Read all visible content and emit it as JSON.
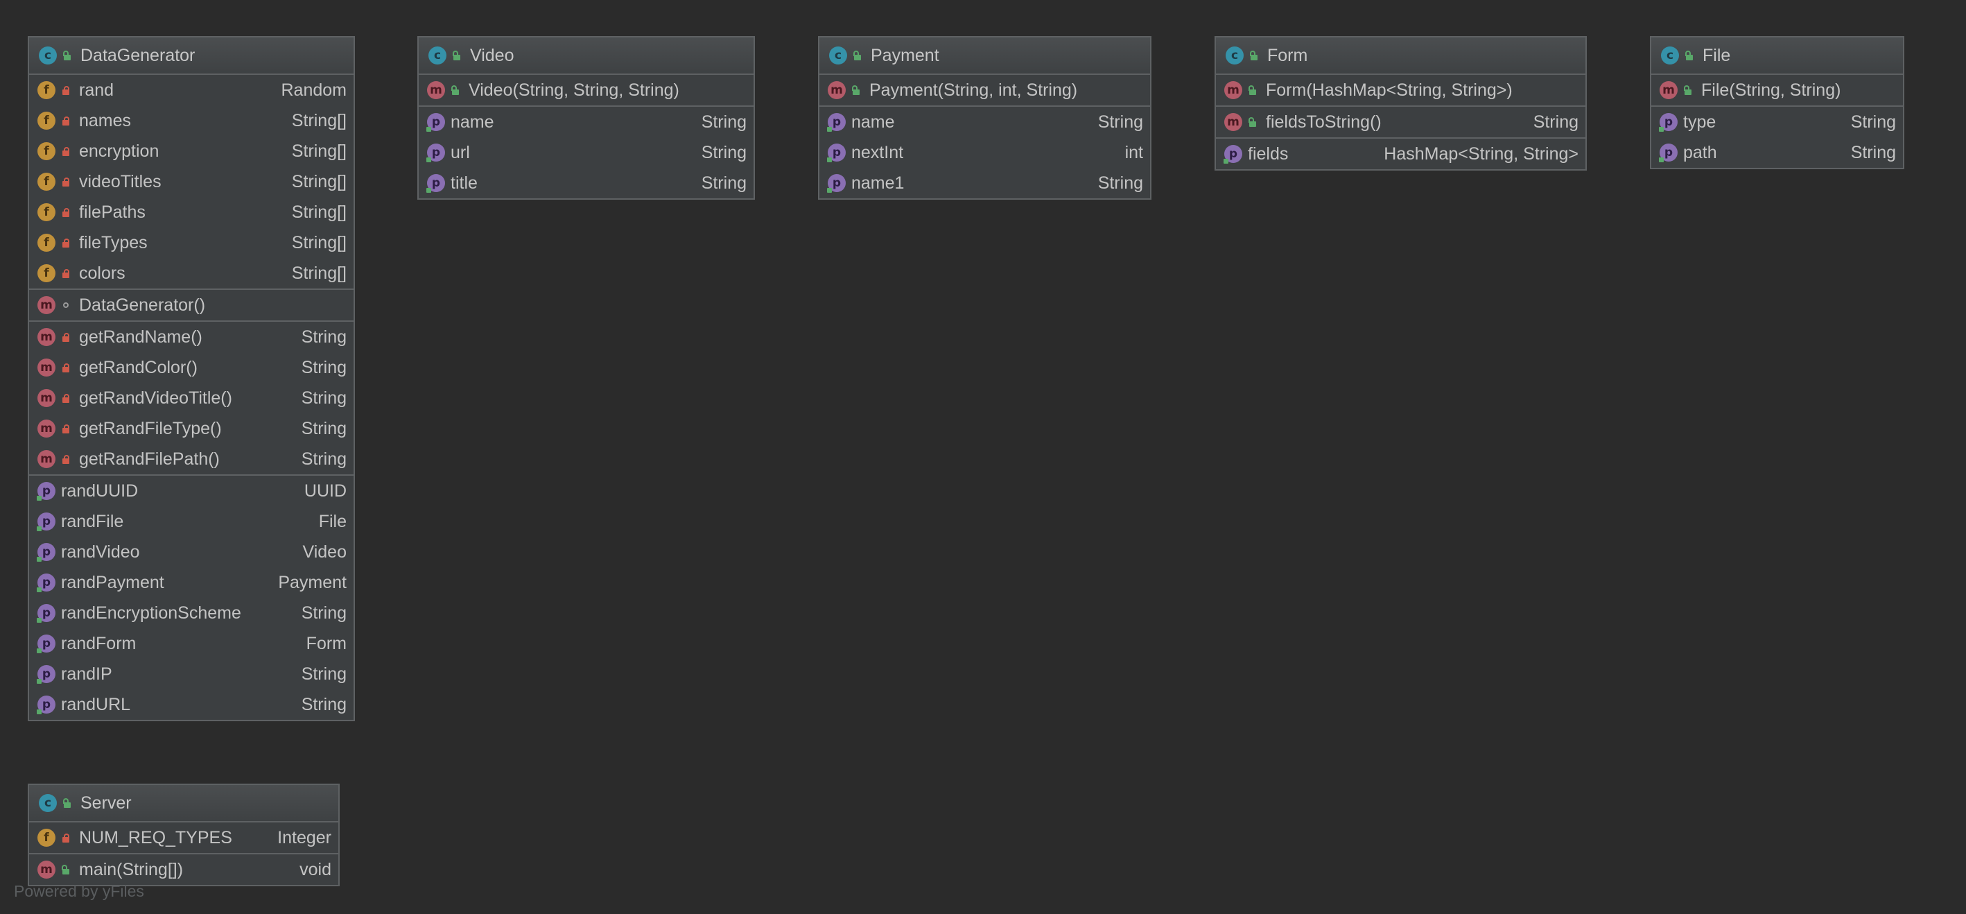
{
  "classes": {
    "datagenerator": {
      "name": "DataGenerator",
      "fields": [
        {
          "name": "rand",
          "type": "Random"
        },
        {
          "name": "names",
          "type": "String[]"
        },
        {
          "name": "encryption",
          "type": "String[]"
        },
        {
          "name": "videoTitles",
          "type": "String[]"
        },
        {
          "name": "filePaths",
          "type": "String[]"
        },
        {
          "name": "fileTypes",
          "type": "String[]"
        },
        {
          "name": "colors",
          "type": "String[]"
        }
      ],
      "constructor": {
        "name": "DataGenerator()",
        "type": ""
      },
      "methods": [
        {
          "name": "getRandName()",
          "type": "String"
        },
        {
          "name": "getRandColor()",
          "type": "String"
        },
        {
          "name": "getRandVideoTitle()",
          "type": "String"
        },
        {
          "name": "getRandFileType()",
          "type": "String"
        },
        {
          "name": "getRandFilePath()",
          "type": "String"
        }
      ],
      "properties": [
        {
          "name": "randUUID",
          "type": "UUID"
        },
        {
          "name": "randFile",
          "type": "File"
        },
        {
          "name": "randVideo",
          "type": "Video"
        },
        {
          "name": "randPayment",
          "type": "Payment"
        },
        {
          "name": "randEncryptionScheme",
          "type": "String"
        },
        {
          "name": "randForm",
          "type": "Form"
        },
        {
          "name": "randIP",
          "type": "String"
        },
        {
          "name": "randURL",
          "type": "String"
        }
      ]
    },
    "video": {
      "name": "Video",
      "constructor": {
        "name": "Video(String, String, String)"
      },
      "properties": [
        {
          "name": "name",
          "type": "String"
        },
        {
          "name": "url",
          "type": "String"
        },
        {
          "name": "title",
          "type": "String"
        }
      ]
    },
    "payment": {
      "name": "Payment",
      "constructor": {
        "name": "Payment(String, int, String)"
      },
      "properties": [
        {
          "name": "name",
          "type": "String"
        },
        {
          "name": "nextInt",
          "type": "int"
        },
        {
          "name": "name1",
          "type": "String"
        }
      ]
    },
    "form": {
      "name": "Form",
      "constructor": {
        "name": "Form(HashMap<String, String>)"
      },
      "methods": [
        {
          "name": "fieldsToString()",
          "type": "String"
        }
      ],
      "properties": [
        {
          "name": "fields",
          "type": "HashMap<String, String>"
        }
      ]
    },
    "file": {
      "name": "File",
      "constructor": {
        "name": "File(String, String)"
      },
      "properties": [
        {
          "name": "type",
          "type": "String"
        },
        {
          "name": "path",
          "type": "String"
        }
      ]
    },
    "server": {
      "name": "Server",
      "fields": [
        {
          "name": "NUM_REQ_TYPES",
          "type": "Integer"
        }
      ],
      "methods": [
        {
          "name": "main(String[])",
          "type": "void"
        }
      ]
    }
  },
  "icons": {
    "class": "c",
    "field": "f",
    "method": "m",
    "property": "p"
  },
  "footer": "Powered by yFiles"
}
